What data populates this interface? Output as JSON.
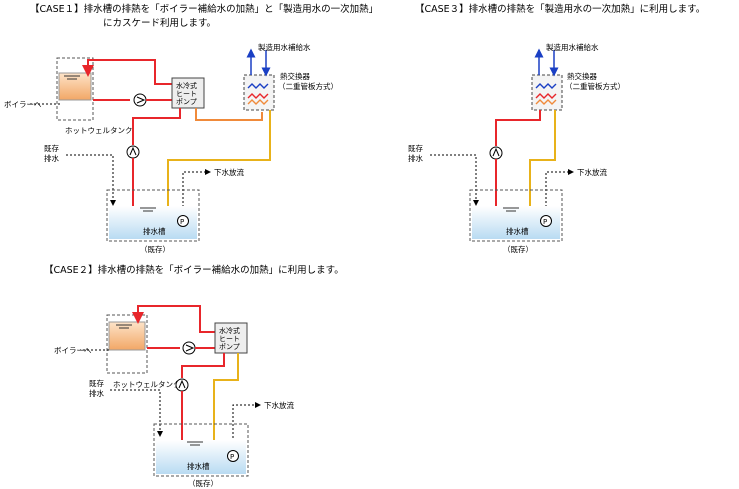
{
  "case1": {
    "title_line1": "【CASE１】排水槽の排熱を「ボイラー補給水の加熱」と「製造用水の一次加熱」",
    "title_line2": "にカスケード利用します。",
    "supply_water": "製造用水補給水",
    "hp_line1": "水冷式",
    "hp_line2": "ヒート",
    "hp_line3": "ポンプ",
    "hx_line1": "熱交換器",
    "hx_line2": "（二重管板方式）",
    "to_boiler": "ボイラーへ",
    "hotwell": "ホットウェルタンク",
    "existing_drain_1": "既存",
    "existing_drain_2": "排水",
    "sewer": "下水放流",
    "tank": "排水槽",
    "existing": "（既存）",
    "pump_p": "P"
  },
  "case2": {
    "title": "【CASE２】排水槽の排熱を「ボイラー補給水の加熱」に利用します。",
    "hp_line1": "水冷式",
    "hp_line2": "ヒート",
    "hp_line3": "ポンプ",
    "to_boiler": "ボイラーへ",
    "hotwell": "ホットウェルタンク",
    "existing_drain_1": "既存",
    "existing_drain_2": "排水",
    "sewer": "下水放流",
    "tank": "排水槽",
    "existing": "（既存）",
    "pump_p": "P"
  },
  "case3": {
    "title": "【CASE３】排水槽の排熱を「製造用水の一次加熱」に利用します。",
    "supply_water": "製造用水補給水",
    "hx_line1": "熱交換器",
    "hx_line2": "（二重管板方式）",
    "existing_drain_1": "既存",
    "existing_drain_2": "排水",
    "sewer": "下水放流",
    "tank": "排水槽",
    "existing": "（既存）",
    "pump_p": "P"
  },
  "colors": {
    "hot": "#e8262b",
    "warm": "#f08a3a",
    "return": "#e8b21a",
    "supply": "#1a3fc4",
    "tank_water": "#d4e9f6",
    "hotwell_fill": "#f6c79a"
  }
}
